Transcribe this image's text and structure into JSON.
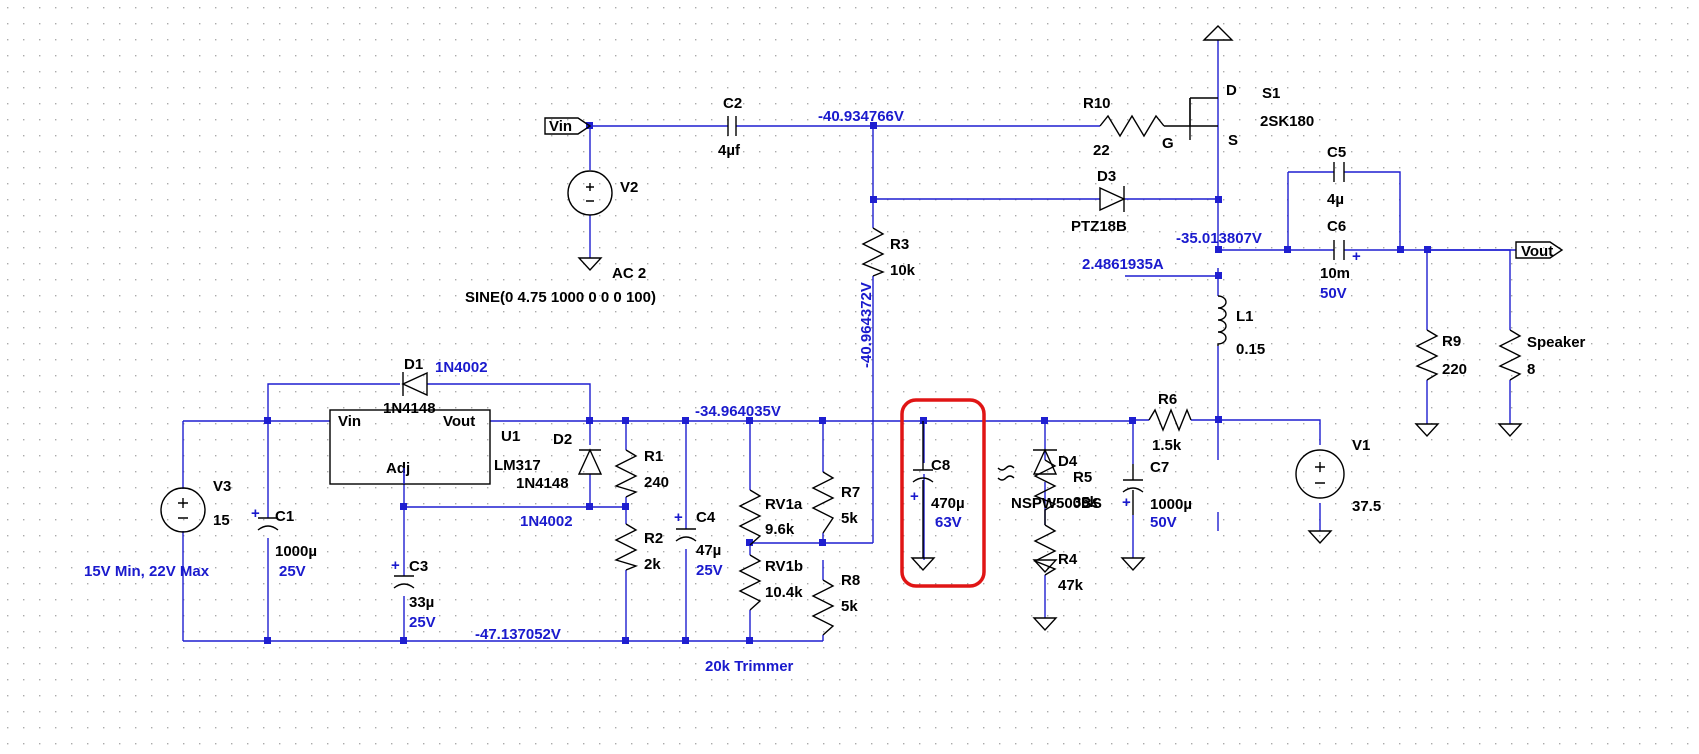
{
  "colors": {
    "wire": "#1f1fd0",
    "component": "#000000",
    "highlight": "#e01515",
    "grid": "#aaaaaa",
    "background": "#ffffff"
  },
  "labels": {
    "vin": "Vin",
    "vout": "Vout"
  },
  "components": {
    "C1": {
      "name": "C1",
      "value": "1000µ",
      "rating": "25V"
    },
    "C2": {
      "name": "C2",
      "value": "4µf"
    },
    "C3": {
      "name": "C3",
      "value": "33µ",
      "rating": "25V"
    },
    "C4": {
      "name": "C4",
      "value": "47µ",
      "rating": "25V"
    },
    "C5": {
      "name": "C5",
      "value": "4µ"
    },
    "C6": {
      "name": "C6",
      "value": "10m",
      "rating": "50V"
    },
    "C7": {
      "name": "C7",
      "value": "1000µ",
      "rating": "50V"
    },
    "C8": {
      "name": "C8",
      "value": "470µ",
      "rating": "63V"
    },
    "R1": {
      "name": "R1",
      "value": "240"
    },
    "R2": {
      "name": "R2",
      "value": "2k"
    },
    "R3": {
      "name": "R3",
      "value": "10k"
    },
    "R4": {
      "name": "R4",
      "value": "47k"
    },
    "R5": {
      "name": "R5",
      "value": "35k"
    },
    "R6": {
      "name": "R6",
      "value": "1.5k"
    },
    "R7": {
      "name": "R7",
      "value": "5k"
    },
    "R8": {
      "name": "R8",
      "value": "5k"
    },
    "R9": {
      "name": "R9",
      "value": "220"
    },
    "R10": {
      "name": "R10",
      "value": "22"
    },
    "RV1a": {
      "name": "RV1a",
      "value": "9.6k"
    },
    "RV1b": {
      "name": "RV1b",
      "value": "10.4k"
    },
    "trimmer_note": "20k Trimmer",
    "speaker": {
      "name": "Speaker",
      "value": "8"
    },
    "L1": {
      "name": "L1",
      "value": "0.15"
    },
    "D1": {
      "name": "D1",
      "model": "1N4148",
      "alt": "1N4002"
    },
    "D2": {
      "name": "D2",
      "model": "1N4148",
      "alt": "1N4002"
    },
    "D3": {
      "name": "D3",
      "model": "PTZ18B"
    },
    "D4": {
      "name": "D4",
      "model": "NSPW500BS"
    },
    "U1": {
      "name": "U1",
      "model": "LM317",
      "pin_vin": "Vin",
      "pin_vout": "Vout",
      "pin_adj": "Adj"
    },
    "S1": {
      "name": "S1",
      "model": "2SK180",
      "pin_d": "D",
      "pin_g": "G",
      "pin_s": "S"
    },
    "V1": {
      "name": "V1",
      "value": "37.5"
    },
    "V2": {
      "name": "V2",
      "value": "AC 2",
      "spec": "SINE(0 4.75 1000 0 0 0 100)"
    },
    "V3": {
      "name": "V3",
      "value": "15",
      "note": "15V Min, 22V Max"
    }
  },
  "probes": {
    "n_gate": "-40.934766V",
    "n_source": "-35.013807V",
    "i_source": "2.4861935A",
    "n_r3": "-40.964372V",
    "n_rail": "-34.964035V",
    "n_bottom": "-47.137052V"
  }
}
